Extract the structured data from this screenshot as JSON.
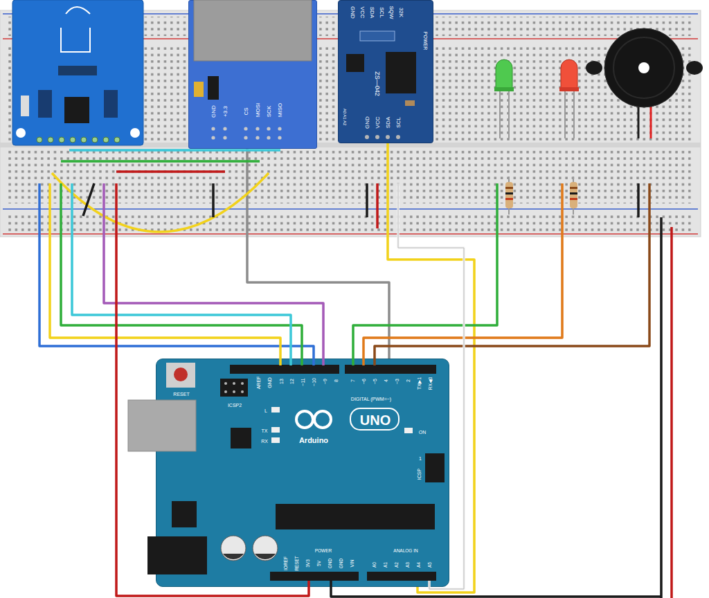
{
  "diagram": {
    "nodes": [
      {
        "text": [
          "GND",
          "+3.3",
          "CS",
          "MOSI",
          "SCK",
          "MISO"
        ]
      },
      {
        "text": [
          "GND",
          "VCC",
          "SDA",
          "SCL",
          "SQW",
          "32K",
          "POWER",
          "ZS—042",
          "A0 A1 A2",
          "GND",
          "VCC",
          "SDA",
          "SCL"
        ]
      },
      {
        "text": [
          "RESET",
          "ICSP2",
          "AREF",
          "GND",
          "13",
          "12",
          "~11",
          "~10",
          "~9",
          "8",
          "7",
          "~6",
          "~5",
          "4",
          "~3",
          "2",
          "TX▶1",
          "RX◀0",
          "DIGITAL (PWM=~)",
          "L",
          "TX",
          "RX",
          "UNO",
          "Arduino",
          "ON",
          "1",
          "ICSP",
          "POWER",
          "IOREF",
          "RESET",
          "3V3",
          "5V",
          "GND",
          "GND",
          "VIN",
          "ANALOG IN",
          "A0",
          "A1",
          "A2",
          "A3",
          "A4",
          "A5"
        ]
      }
    ],
    "edges": [
      {
        "from": 0,
        "to": 2,
        "arrow": "none"
      },
      {
        "from": 1,
        "to": 2,
        "arrow": "none"
      }
    ]
  }
}
